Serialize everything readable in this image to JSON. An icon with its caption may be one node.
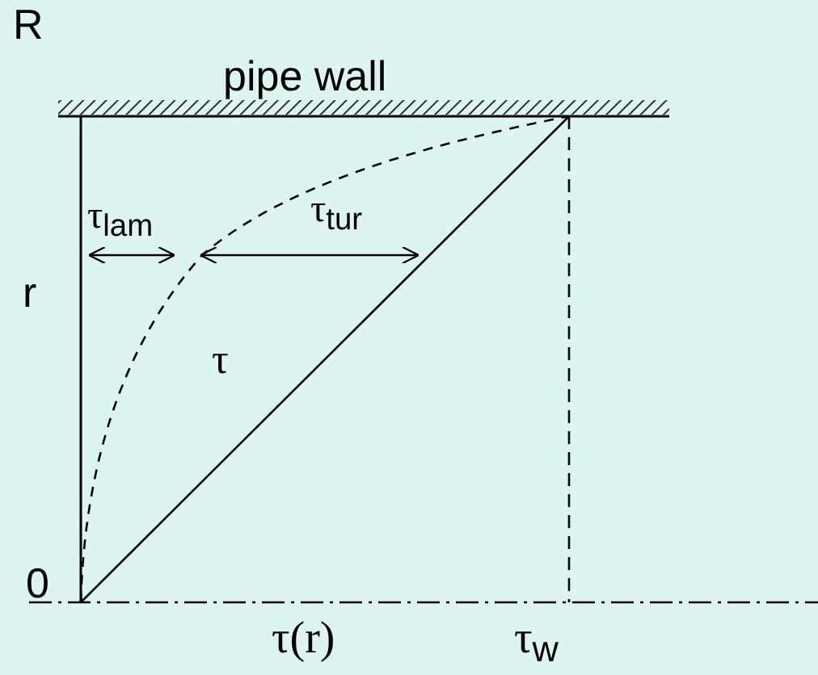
{
  "diagram": {
    "labels": [
      "R",
      "pipe wall",
      "τ$_{lam}$",
      "τ$_{tur}$",
      "r",
      "τ",
      "0",
      "τ(r)",
      "τ$_{w}$"
    ]
  }
}
